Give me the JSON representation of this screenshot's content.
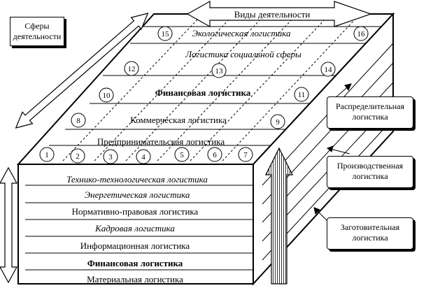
{
  "labels": {
    "spheres": "Сферы деятельности",
    "activities": "Виды деятельности",
    "distribution": "Распределительная логистика",
    "production": "Производственная логистика",
    "procurement": "Заготовительная логистика"
  },
  "top_layers": {
    "ecological": "Экологическая  логистика",
    "social": "Логистика социальной сферы",
    "financial": "Финансовая логистика",
    "commercial": "Коммерческая логистика",
    "entrepreneurial": "Предпринимательская логистика"
  },
  "front_layers": {
    "technical": "Технико-технологическая логистика",
    "energy": "Энергетическая логистика",
    "legal": "Нормативно-правовая логистика",
    "personnel": "Кадровая логистика",
    "information": "Информационная логистика",
    "financial": "Финансовая логистика",
    "material": "Материальная логистика"
  },
  "numbers": {
    "n1": "1",
    "n2": "2",
    "n3": "3",
    "n4": "4",
    "n5": "5",
    "n6": "6",
    "n7": "7",
    "n8": "8",
    "n9": "9",
    "n10": "10",
    "n11": "11",
    "n12": "12",
    "n13": "13",
    "n14": "14",
    "n15": "15",
    "n16": "16"
  }
}
